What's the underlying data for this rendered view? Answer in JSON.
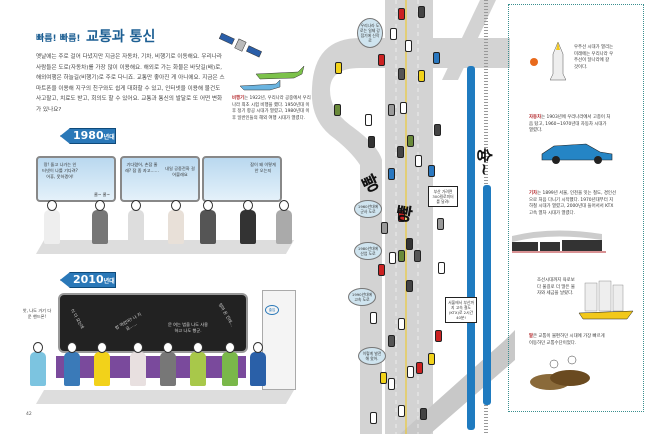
{
  "left_page": {
    "title_prefix": "빠름! 빠름!",
    "title": "교통과 통신",
    "paragraph": "옛날에는 주로 걸어 다녔지만 지금은 자동차, 기차, 비행기로 이동해요. 우리나라 사람들은 도로(자동차)를 가장 많이 이용해요. 해외로 가는 화물은 바닷길(배)로, 해외여행은 하늘길(비행기)로 주로 다니죠. 교통만 좋아진 게 아니에요. 지금은 스마트폰을 이용해 지구의 친구와도 쉽게 대화할 수 있고, 인터넷을 이용해 물건도 사고팔고, 치료도 받고, 회의도 할 수 있어요. 교통과 통신의 발달로 또 어떤 변화가 있나요?",
    "airplane_caption_key": "비행기",
    "airplane_caption": "는 1922년, 우리나라 공중에서 우리나라 최초 시험 비행을 했다. 1950년대 이후 정기 항공 시대가 열렸고, 1980년대 이후 일반인들의 해외 여행 시대가 열렸다.",
    "era_1980": {
      "year": "1980",
      "suffix": "년대"
    },
    "bubbles_1980": [
      "땅! 돌고 나가는 인터넷이 나를 기다려? 어휴, 못하겠어!",
      "기다렸어, 손잡 줄래? 잠 좀 자고……",
      "내일 공중전화 걸어볼래요",
      "잠이 왜 이렇게 안 오는지",
      "쿨~ 쿨~"
    ],
    "era_2010": {
      "year": "2010",
      "suffix": "년대"
    },
    "bubbles_2010": [
      "앗, 나도 거기 다운 핸드폰!",
      "이 다 오는데",
      "밥 먹었어? 나 지금……",
      "문 여는 법을 나도 사용하고 나도 했군.",
      "엄마 온 건데…",
      "첫차"
    ],
    "door_sign": "출입",
    "page_number": "42"
  },
  "road": {
    "bubbles": [
      "우리나라 도로는 일제 강점기에 신작로",
      "1960년대에 군사 도로",
      "1980년대에 산업 도로",
      "1990년대에 고속 도로",
      "이렇게 발전해 왔어."
    ],
    "box_1": "부산 가려면 300킬로미터를 달려!",
    "box_2": "서울에서 부산까지 고속 철도(KTX)로 2시간 40분!",
    "sfx_honk_1": "빵",
    "sfx_honk_2": "빵",
    "sfx_train": "슝~"
  },
  "right_column": {
    "captions": [
      {
        "key": "",
        "text": "우주선 시대가 열리는 미래에는 우리나라 우주선이 달나라에 갈 것이다."
      },
      {
        "key": "자동차",
        "text": "는 1903년에 우리나라에서 고종이 처음 탔고, 1960~1970년대 자동차 시대가 열렸다."
      },
      {
        "key": "기차",
        "text": "는 1899년 서울, 인천을 잇는 철도, 경인선으로 처음 다니기 시작했다. 1970년대부터 지하철 시대가 열렸고, 2000년대 들어서서 KTX고속 열차 시대가 열렸다."
      },
      {
        "key": "",
        "text": "조선시대까지 육로보다 물길로 더 많은 물자와 세금을 날랐다."
      },
      {
        "key": "말",
        "text": "은 교통이 불편하던 시대에 가장 빠르게 이동하던 교통수단이었다."
      }
    ]
  },
  "colors": {
    "accent_blue": "#2a78b8",
    "title_blue": "#1d5f93",
    "key_red": "#b3262a",
    "frame_teal": "#3a8f8f"
  }
}
